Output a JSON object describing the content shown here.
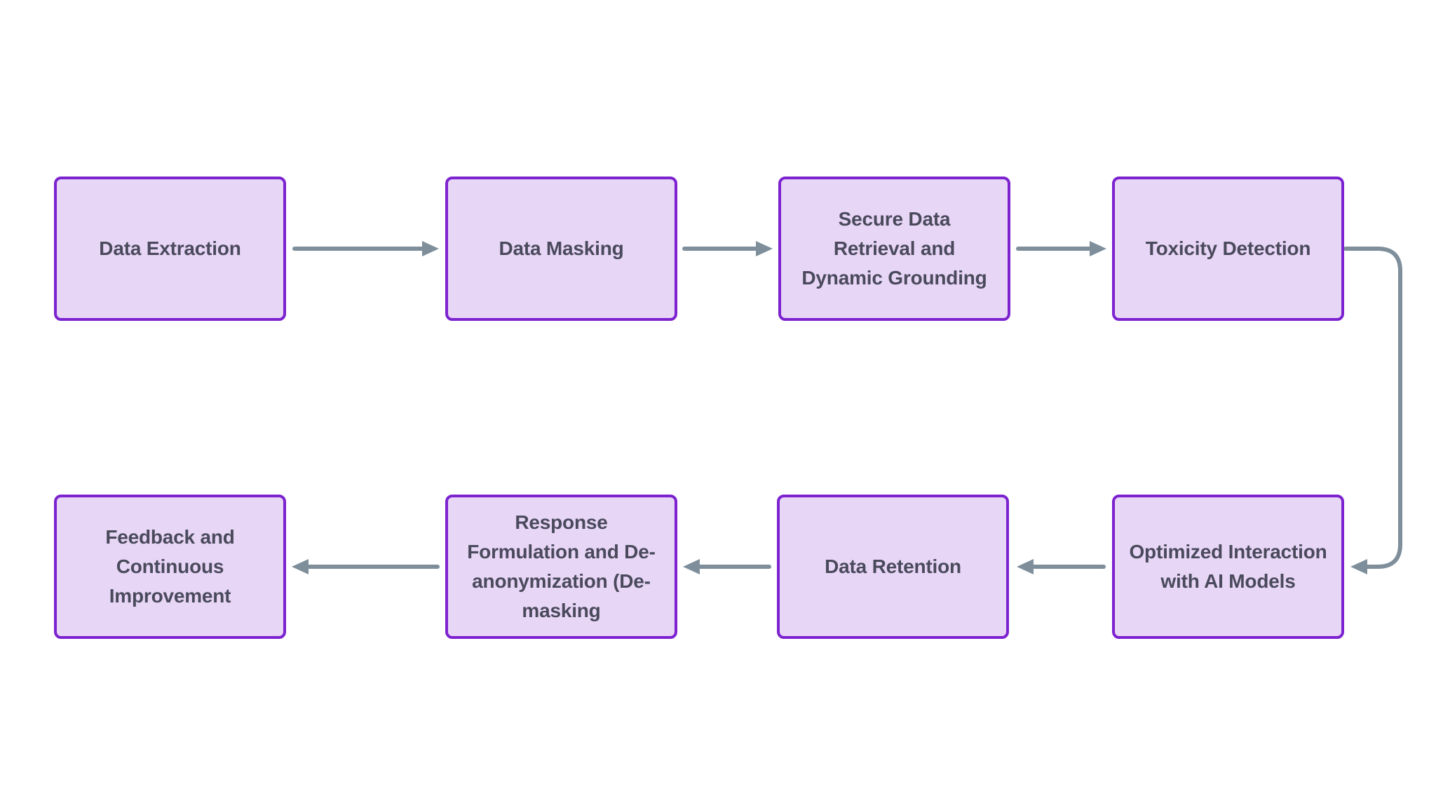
{
  "diagram": {
    "type": "flowchart",
    "nodes": [
      {
        "id": "data-extraction",
        "label": "Data Extraction"
      },
      {
        "id": "data-masking",
        "label": "Data Masking"
      },
      {
        "id": "secure-data-retrieval",
        "label": "Secure Data\nRetrieval and\nDynamic Grounding"
      },
      {
        "id": "toxicity-detection",
        "label": "Toxicity Detection"
      },
      {
        "id": "feedback-improvement",
        "label": "Feedback and\nContinuous\nImprovement"
      },
      {
        "id": "response-formulation",
        "label": "Response\nFormulation and De-\nanonymization (De-\nmasking"
      },
      {
        "id": "data-retention",
        "label": "Data Retention"
      },
      {
        "id": "optimized-interaction",
        "label": "Optimized Interaction\nwith AI Models"
      }
    ],
    "edges": [
      {
        "from": "data-extraction",
        "to": "data-masking"
      },
      {
        "from": "data-masking",
        "to": "secure-data-retrieval"
      },
      {
        "from": "secure-data-retrieval",
        "to": "toxicity-detection"
      },
      {
        "from": "toxicity-detection",
        "to": "optimized-interaction"
      },
      {
        "from": "optimized-interaction",
        "to": "data-retention"
      },
      {
        "from": "data-retention",
        "to": "response-formulation"
      },
      {
        "from": "response-formulation",
        "to": "feedback-improvement"
      }
    ],
    "colors": {
      "node_fill": "#e8d6f7",
      "node_border": "#7c22cf",
      "node_text": "#4a4a5c",
      "arrow": "#7e8f9b",
      "background": "#ffffff"
    }
  }
}
